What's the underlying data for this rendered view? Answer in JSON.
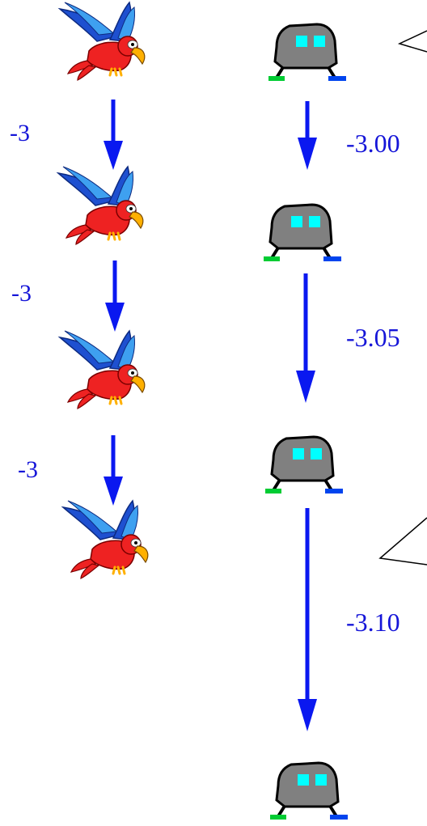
{
  "colors": {
    "arrow": "#0a18f0",
    "label": "#1515d8",
    "robot_body": "#808080",
    "robot_outline": "#000000",
    "robot_eye": "#00ffff",
    "robot_foot_left": "#00cc33",
    "robot_foot_right": "#0044ee",
    "bird_red": "#ee2222",
    "bird_blue": "#1e50d0",
    "bird_lightblue": "#3ea0f0",
    "bird_yellow": "#ffb000"
  },
  "parrot_column": {
    "icon": "parrot-icon",
    "steps": [
      {
        "label": "-3"
      },
      {
        "label": "-3"
      },
      {
        "label": "-3"
      }
    ]
  },
  "robot_column": {
    "icon": "robot-icon",
    "steps": [
      {
        "label": "-3.00"
      },
      {
        "label": "-3.05"
      },
      {
        "label": "-3.10"
      }
    ]
  }
}
